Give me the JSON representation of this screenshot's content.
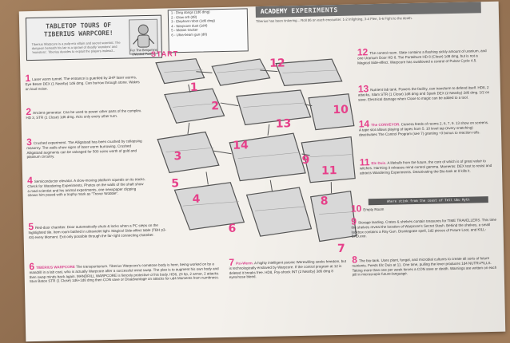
{
  "card": {
    "title": "TABLETOP TOURS OF TIBERIUS WARPCORE!",
    "title_body": "Tiberius Warpcore is a pulp-era villain and secret scientist. The dungeon beneath his lair is a sprawl of deadly 'wonders' and 'monsters'. Tiberius decides to exploit the players instead...",
    "figure_caption": "For The Benjamins (Wanted Poster)"
  },
  "table": {
    "rows": [
      "1 - Ding dongs (1d6 dmg)",
      "2 - Glow orb (d8)",
      "3 - Elephant robot (1d6 dmg)",
      "4 - Warpcore dust (1d4)",
      "5 - Motion tracker",
      "6 - Ultra-beam gun (d8)"
    ]
  },
  "header": {
    "title_prefix": "ACADEMY",
    "title_accent": "EXPERIMENTS",
    "text": "Tiberius has been tinkering... Roll d6 on each encounter. 1-2 Infighting, 3-4 Flee, 5-6 Fight to the death."
  },
  "start_label": "START",
  "map_numbers": [
    {
      "n": "1"
    },
    {
      "n": "2"
    },
    {
      "n": "3"
    },
    {
      "n": "4"
    },
    {
      "n": "5"
    },
    {
      "n": "6"
    },
    {
      "n": "7"
    },
    {
      "n": "8"
    },
    {
      "n": "9"
    },
    {
      "n": "10"
    },
    {
      "n": "11"
    },
    {
      "n": "12"
    },
    {
      "n": "13"
    },
    {
      "n": "14"
    }
  ],
  "entries": {
    "e1": {
      "num": "1",
      "name": "",
      "text": "Laser worm tunnel. The entrance is guarded by 2HP laser worms, Eye Beam DEX (1 Nearby) 1d6 dmg. Can burrow through stone. Wakes on loud noise."
    },
    "e2": {
      "num": "2",
      "name": "",
      "text": "Ancient generator. Can be used to power other parts of the complex. HD 3, STR (1 Close) 1d6 dmg. Acts only every other turn."
    },
    "e3": {
      "num": "3",
      "name": "",
      "text": "Crushed experiment. The Alligatoad has been crushed by collapsing masonry. The walls show signs of laser worm burrowing. Crushed Alligatoad augments can be salvaged for 500 coins worth of gold and platinum circuitry."
    },
    "e4": {
      "num": "4",
      "name": "",
      "text": "Semiconductor elevator. A slow-moving platform squeals on its tracks. Check for Wandering Experiments. Photos on the walls of the shaft show a mad scientist and his animal experiments, one newspaper clipping shows him posed with a trophy mark as \"Trevor Wobble\"."
    },
    "e5": {
      "num": "5",
      "name": "",
      "text": "Red-door chamber. Door automatically shuts & locks when a PC steps on the highlighted tile. Item room bathed in ultraviolet light. Magical Side-effect table (TBH p3-43) every Moment. Exit only possible through the far-right connecting chamber."
    },
    "e6": {
      "num": "6",
      "name": "TIBERIUS WARPCORE",
      "text": "The transporitorium. Tiberius Warpcore's comatose body is here, being worked on by a mandrill in a lab coat, who is actually Warpcore after a successful mind swap. The plan is to augment his own body and then swap minds back again. MANDRILL WARPCORE is fiercely protective of his body. HD6, 23 hp, 2 armor, 2 attacks. Stun Baton STR (1 Close) 1d6+1d8 dmg then CON save or Disadvantage on attacks for ud4 Moments from numbness."
    },
    "e7": {
      "num": "7",
      "name": "Psi-Werm.",
      "text": "A highly intelligent psionic Werewilling seeks freedom, but is technologically enslaved by Warpcore. If the control program at 12 is deleted it breaks free. HD8, Psy-shock INT (2 Nearby) 3d6 dmg 8 eyes/nose bleed."
    },
    "e8": {
      "num": "8",
      "name": "",
      "text": "The bio-tank. Uses plant, fungal, and microbial cultures to create all sorts of future nutrients. Feeds Elc Duis at 11. One time, pulling the lever produces 1d4 NUTRI-PILLS. Taking more than one per week forces a CON save or death. Warnings are written on each pill in microscopic future-language."
    },
    "e9": {
      "num": "9",
      "name": "",
      "text": "Storage landing. Crates & shelves contain treasures for TIME TRAVELLERS. This time the shelves reveal the location of Warpcore's Secret Stash. Behind the shelves, a small lockbox contains a Ray Gun. Disintegrate spell, 1d2 pieces of Future Loot, and KILL-BAD.exe."
    },
    "e10": {
      "num": "10",
      "name": "",
      "text": "Empty Room"
    },
    "e11": {
      "num": "11",
      "name": "Elc Duis.",
      "text": "A lifebulb from the future, the core of which is of great value to witches. Harming it releases mind control gamma. Moments: DEX test to resist and attracts Wandering Experiments. Deactivating the Bio-tank at 8 kills it."
    },
    "e12": {
      "num": "12",
      "name": "",
      "text": "The control room. Slate contains a flashing sickly amount of uranium, and one Uranium Door HD 8. The Portalhunt HD 8 (Close) 1d8 dmg, but is not a Magical Side-effect. Warpcore has swallowed a control of Pulsar Cycle 4.5."
    },
    "e13": {
      "num": "13",
      "name": "",
      "text": "Nutrient lab tank. Powers the facility, can transform to defend itself. HD8, 2 attacks, Slam STR (1 Close) 1d8 dmg and Spark DEX (2 Nearby) 2d6 dmg. 1/2 on save. Electrical damage when Close to magic can be added to a tool."
    },
    "e14": {
      "num": "14",
      "name": "The CONVEYOR.",
      "text": "Camera feeds of rooms 2, 6, 7, 9. 13 show on screens. A tape slot allows playing of tapes from 5. 10 level tap (every snatching) deactivates The Control Program (see 7) granting +3 bonus to reaction rolls."
    }
  },
  "banner": "Where stink from the coast of Tell Ubu Myth"
}
